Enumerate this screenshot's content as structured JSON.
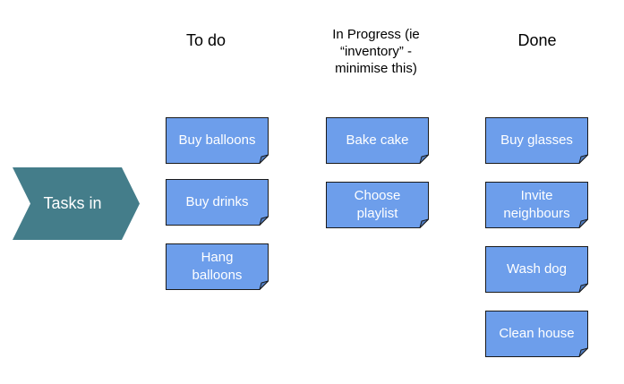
{
  "columns": {
    "todo": {
      "header": "To do"
    },
    "inprogress": {
      "header_lines": [
        "In Progress (ie",
        "“inventory” -",
        "minimise this)"
      ]
    },
    "done": {
      "header": "Done"
    }
  },
  "input_arrow": {
    "label": "Tasks in",
    "color": "#447D8A"
  },
  "note_color": "#6D9EEB",
  "notes": {
    "todo": [
      {
        "lines": [
          "Buy balloons"
        ]
      },
      {
        "lines": [
          "Buy drinks"
        ]
      },
      {
        "lines": [
          "Hang",
          "balloons"
        ]
      }
    ],
    "inprogress": [
      {
        "lines": [
          "Bake cake"
        ]
      },
      {
        "lines": [
          "Choose",
          "playlist"
        ]
      }
    ],
    "done": [
      {
        "lines": [
          "Buy glasses"
        ]
      },
      {
        "lines": [
          "Invite",
          "neighbours"
        ]
      },
      {
        "lines": [
          "Wash dog"
        ]
      },
      {
        "lines": [
          "Clean house"
        ]
      }
    ]
  }
}
